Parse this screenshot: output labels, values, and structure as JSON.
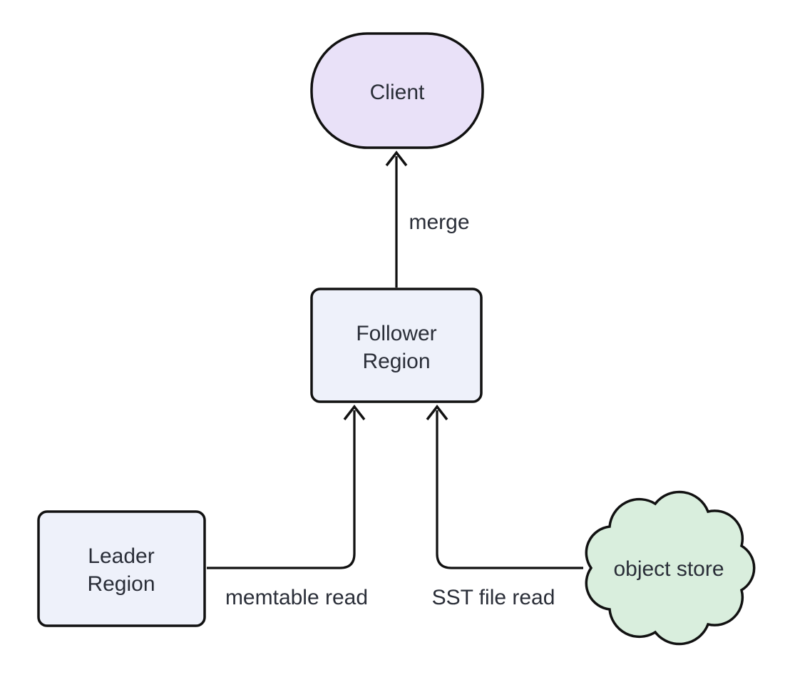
{
  "diagram": {
    "colors": {
      "background": "#ffffff",
      "stroke": "#111111",
      "text": "#2a2e38",
      "client_fill": "#e9e1f8",
      "region_fill": "#eef1fa",
      "cloud_fill": "#d9eedd"
    },
    "nodes": {
      "client": {
        "label": "Client",
        "shape": "stadium",
        "fill": "#e9e1f8"
      },
      "follower_region": {
        "label": "Follower Region",
        "lines": [
          "Follower",
          "Region"
        ],
        "shape": "rounded-rectangle",
        "fill": "#eef1fa"
      },
      "leader_region": {
        "label": "Leader Region",
        "lines": [
          "Leader",
          "Region"
        ],
        "shape": "rounded-rectangle",
        "fill": "#eef1fa"
      },
      "object_store": {
        "label": "object store",
        "shape": "cloud",
        "fill": "#d9eedd"
      }
    },
    "edges": [
      {
        "from": "Leader Region",
        "to": "Follower Region",
        "label": "memtable read",
        "arrow_direction": "up"
      },
      {
        "from": "object store",
        "to": "Follower Region",
        "label": "SST file read",
        "arrow_direction": "up"
      },
      {
        "from": "Follower Region",
        "to": "Client",
        "label": "merge",
        "arrow_direction": "up"
      }
    ]
  }
}
